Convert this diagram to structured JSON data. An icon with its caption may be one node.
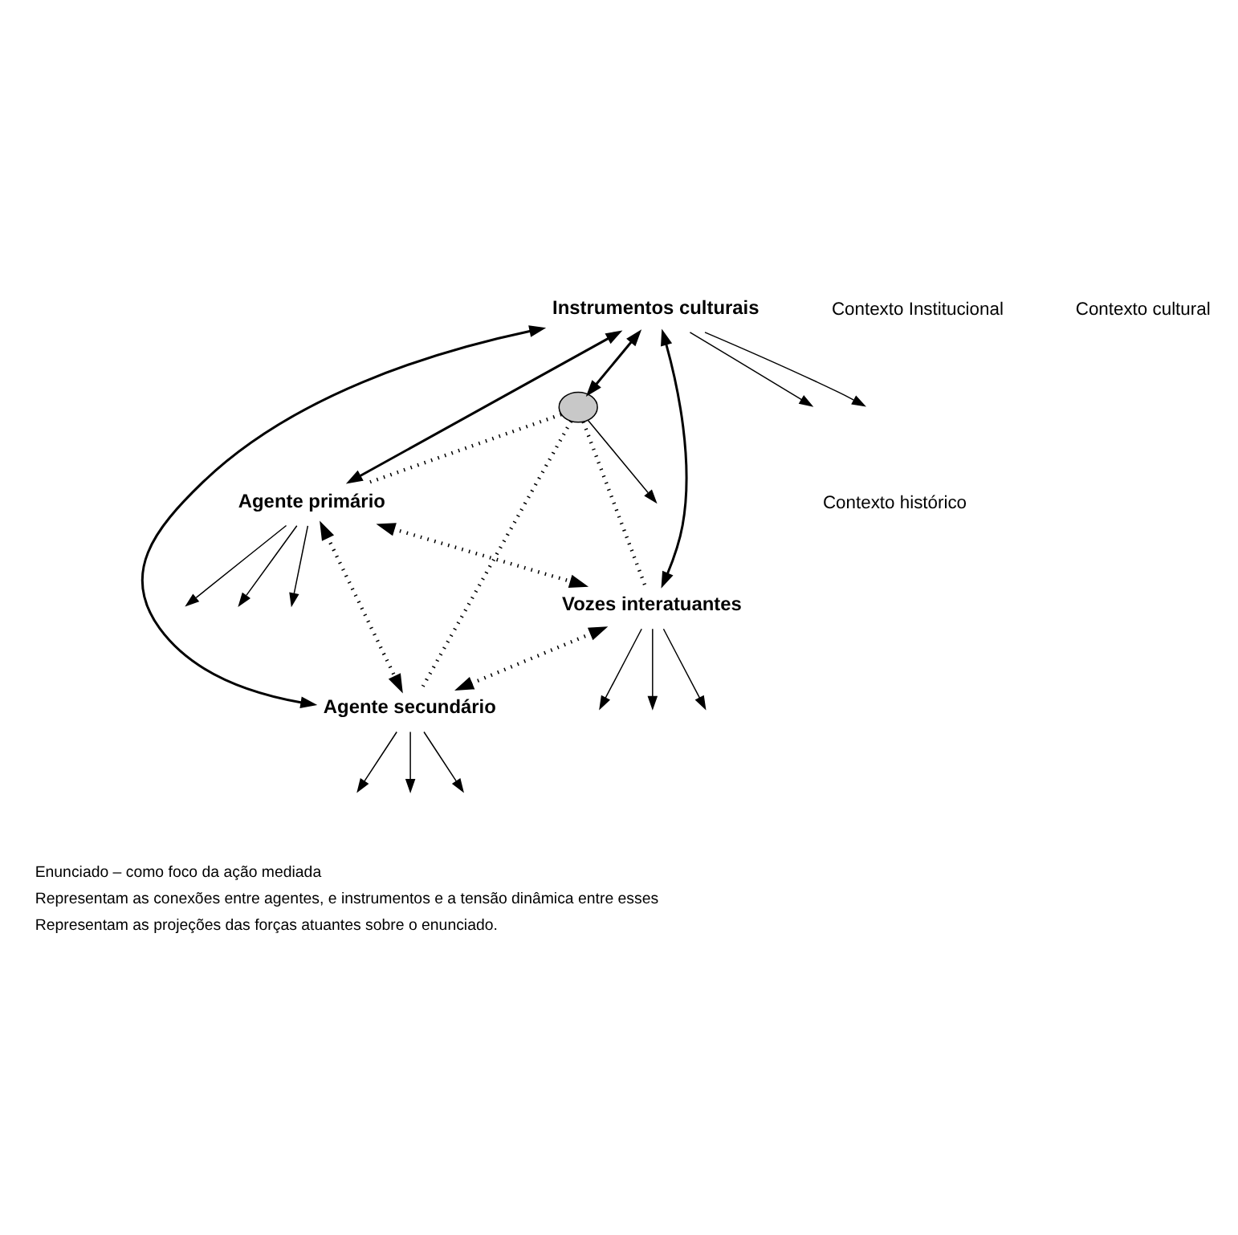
{
  "diagram": {
    "nodes": [
      {
        "text": [
          "Instrumentos culturais"
        ]
      },
      {
        "text": [
          "Agente secundário"
        ]
      },
      {
        "text": [
          "Agente primário"
        ]
      },
      {
        "text": [
          "Vozes interatuantes"
        ]
      },
      {
        "text": [],
        "shape": "ellipse"
      }
    ],
    "edges": [
      {
        "from": 0,
        "to": 2,
        "arrow": "both"
      },
      {
        "from": 0,
        "to": 4,
        "arrow": "both"
      },
      {
        "from": 0,
        "to": 3,
        "arrow": "both"
      },
      {
        "from": 0,
        "to": 1,
        "arrow": "both"
      },
      {
        "from": 2,
        "to": 1,
        "arrow": "both",
        "style": "dashed"
      },
      {
        "from": 2,
        "to": 3,
        "arrow": "both",
        "style": "dashed"
      },
      {
        "from": 3,
        "to": 1,
        "arrow": "both",
        "style": "dashed"
      },
      {
        "from": 4,
        "to": 2,
        "arrow": "none",
        "style": "dashed"
      },
      {
        "from": 4,
        "to": 1,
        "arrow": "none",
        "style": "dashed"
      },
      {
        "from": 4,
        "to": 3,
        "arrow": "none",
        "style": "dashed"
      },
      {
        "from": 0,
        "to": null,
        "arrow": "to"
      },
      {
        "from": 0,
        "to": null,
        "arrow": "to"
      },
      {
        "from": 4,
        "to": null,
        "arrow": "to"
      },
      {
        "from": 2,
        "to": null,
        "arrow": "to"
      },
      {
        "from": 2,
        "to": null,
        "arrow": "to"
      },
      {
        "from": 2,
        "to": null,
        "arrow": "to"
      },
      {
        "from": 1,
        "to": null,
        "arrow": "to"
      },
      {
        "from": 1,
        "to": null,
        "arrow": "to"
      },
      {
        "from": 1,
        "to": null,
        "arrow": "to"
      },
      {
        "from": 3,
        "to": null,
        "arrow": "to"
      },
      {
        "from": 3,
        "to": null,
        "arrow": "to"
      },
      {
        "from": 3,
        "to": null,
        "arrow": "to"
      }
    ],
    "labels": [
      "Contexto Institucional",
      "Contexto cultural",
      "Contexto histórico"
    ],
    "legend": [
      {
        "text": "Enunciado – como foco da ação mediada"
      },
      {
        "text": "Representam as conexões entre agentes, e instrumentos e a tensão dinâmica entre esses"
      },
      {
        "text": "Representam as projeções das forças atuantes sobre o enunciado."
      }
    ]
  }
}
